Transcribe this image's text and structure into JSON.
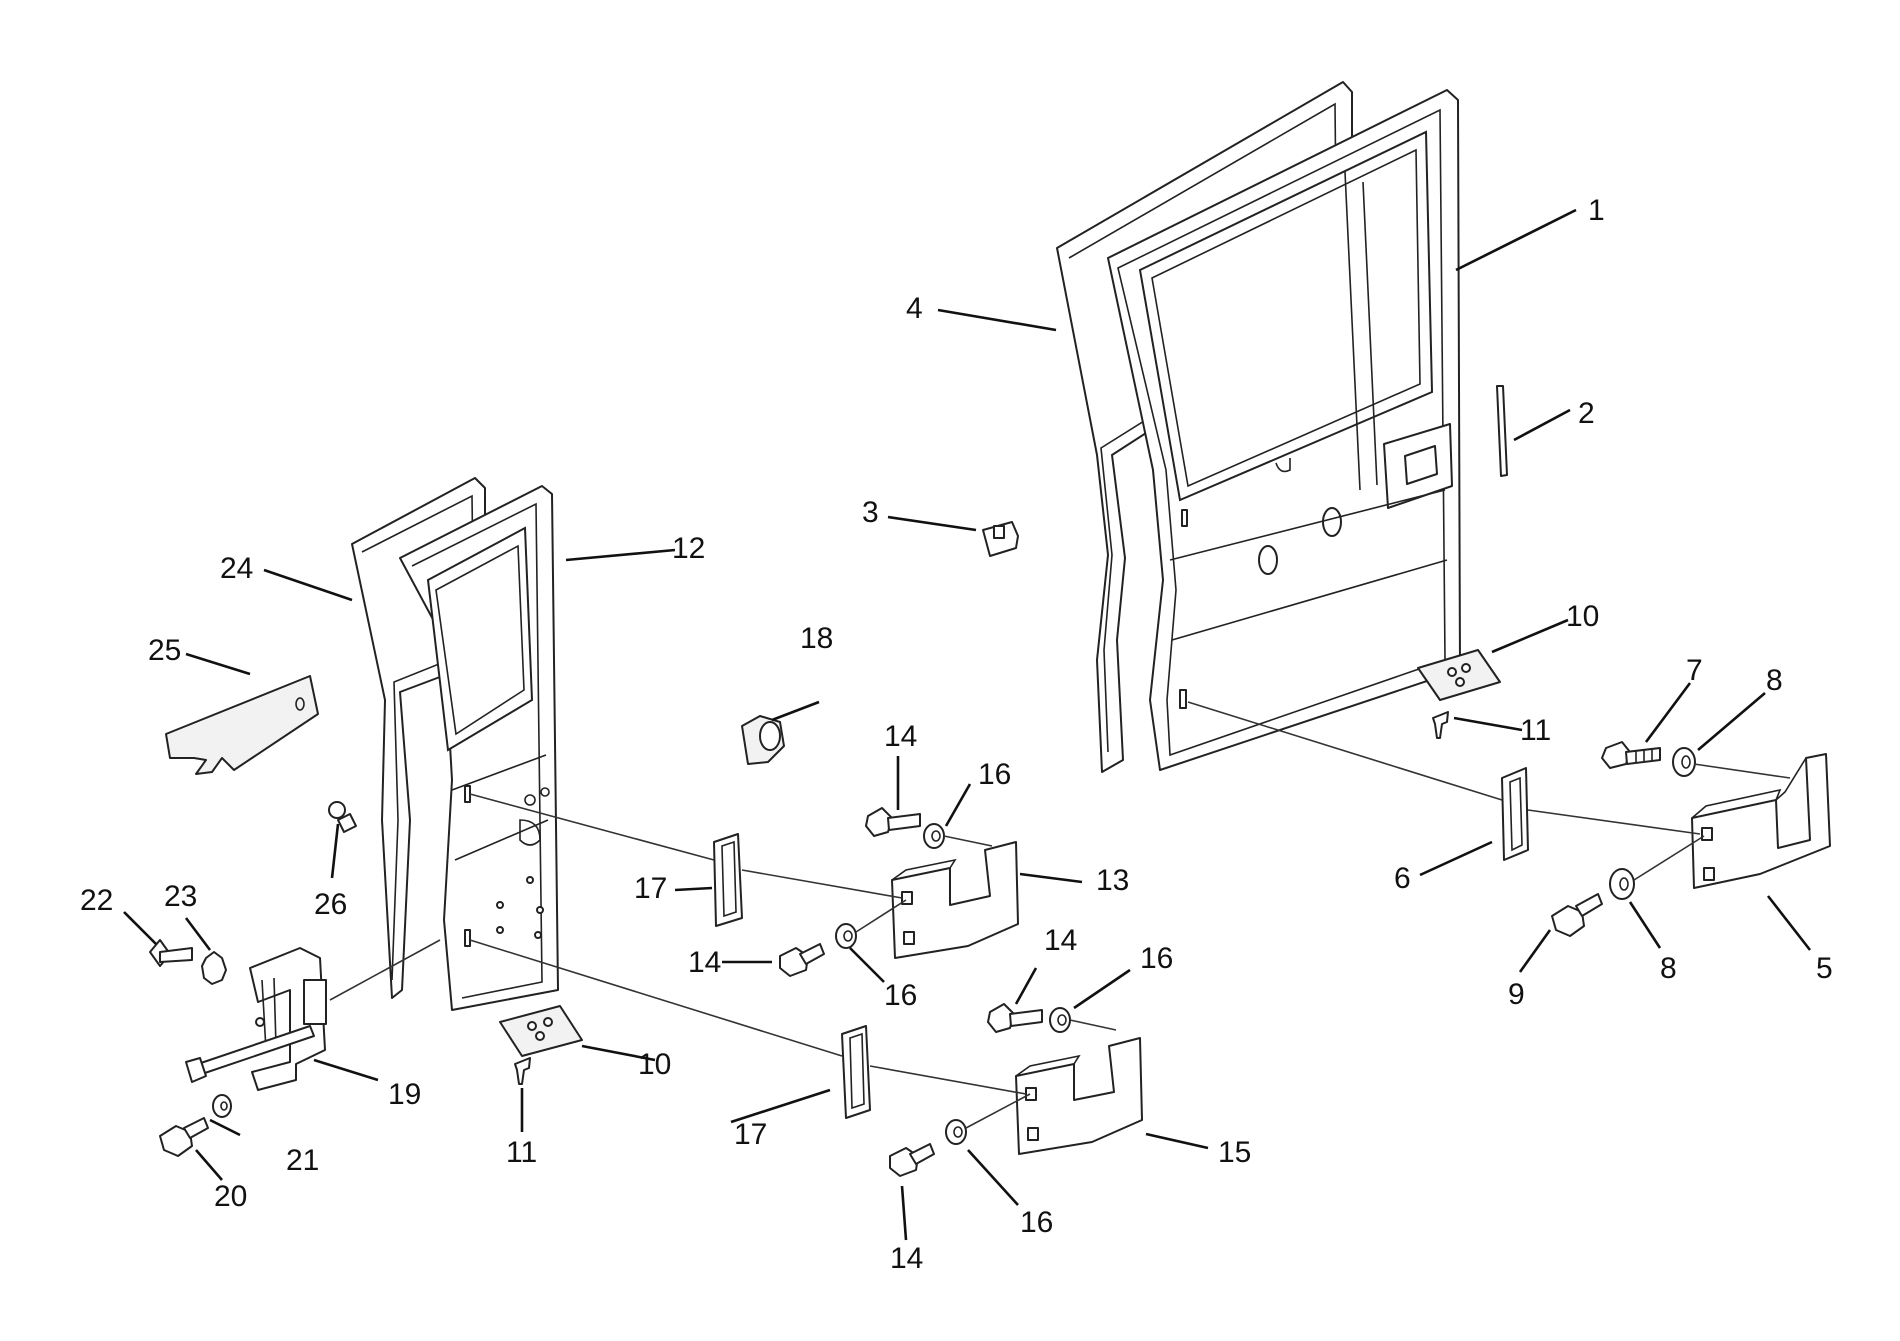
{
  "diagram": {
    "callouts": [
      {
        "id": "c1",
        "text": "1"
      },
      {
        "id": "c2",
        "text": "2"
      },
      {
        "id": "c3",
        "text": "3"
      },
      {
        "id": "c4",
        "text": "4"
      },
      {
        "id": "c5",
        "text": "5"
      },
      {
        "id": "c6",
        "text": "6"
      },
      {
        "id": "c7",
        "text": "7"
      },
      {
        "id": "c8a",
        "text": "8"
      },
      {
        "id": "c8b",
        "text": "8"
      },
      {
        "id": "c9",
        "text": "9"
      },
      {
        "id": "c10a",
        "text": "10"
      },
      {
        "id": "c10b",
        "text": "10"
      },
      {
        "id": "c11a",
        "text": "11"
      },
      {
        "id": "c11b",
        "text": "11"
      },
      {
        "id": "c12",
        "text": "12"
      },
      {
        "id": "c13",
        "text": "13"
      },
      {
        "id": "c14a",
        "text": "14"
      },
      {
        "id": "c14b",
        "text": "14"
      },
      {
        "id": "c14c",
        "text": "14"
      },
      {
        "id": "c14d",
        "text": "14"
      },
      {
        "id": "c15",
        "text": "15"
      },
      {
        "id": "c16a",
        "text": "16"
      },
      {
        "id": "c16b",
        "text": "16"
      },
      {
        "id": "c16c",
        "text": "16"
      },
      {
        "id": "c16d",
        "text": "16"
      },
      {
        "id": "c17a",
        "text": "17"
      },
      {
        "id": "c17b",
        "text": "17"
      },
      {
        "id": "c18",
        "text": "18"
      },
      {
        "id": "c19",
        "text": "19"
      },
      {
        "id": "c20",
        "text": "20"
      },
      {
        "id": "c21",
        "text": "21"
      },
      {
        "id": "c22",
        "text": "22"
      },
      {
        "id": "c23",
        "text": "23"
      },
      {
        "id": "c24",
        "text": "24"
      },
      {
        "id": "c25",
        "text": "25"
      },
      {
        "id": "c26",
        "text": "26"
      }
    ]
  }
}
